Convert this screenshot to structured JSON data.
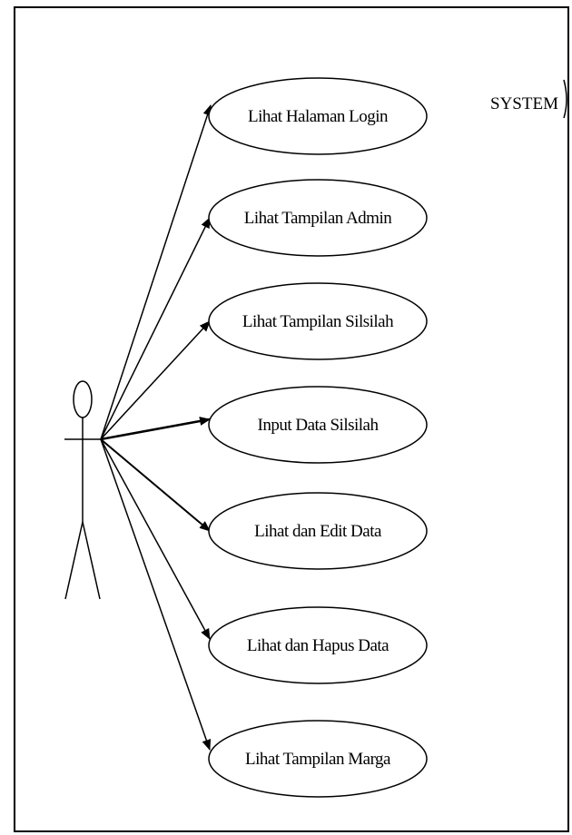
{
  "system": {
    "label": "SYSTEM"
  },
  "use_cases": [
    {
      "label": "Lihat Halaman Login"
    },
    {
      "label": "Lihat Tampilan Admin"
    },
    {
      "label": "Lihat Tampilan Silsilah"
    },
    {
      "label": "Input Data Silsilah"
    },
    {
      "label": "Lihat dan Edit Data"
    },
    {
      "label": "Lihat dan Hapus Data"
    },
    {
      "label": "Lihat Tampilan Marga"
    }
  ]
}
